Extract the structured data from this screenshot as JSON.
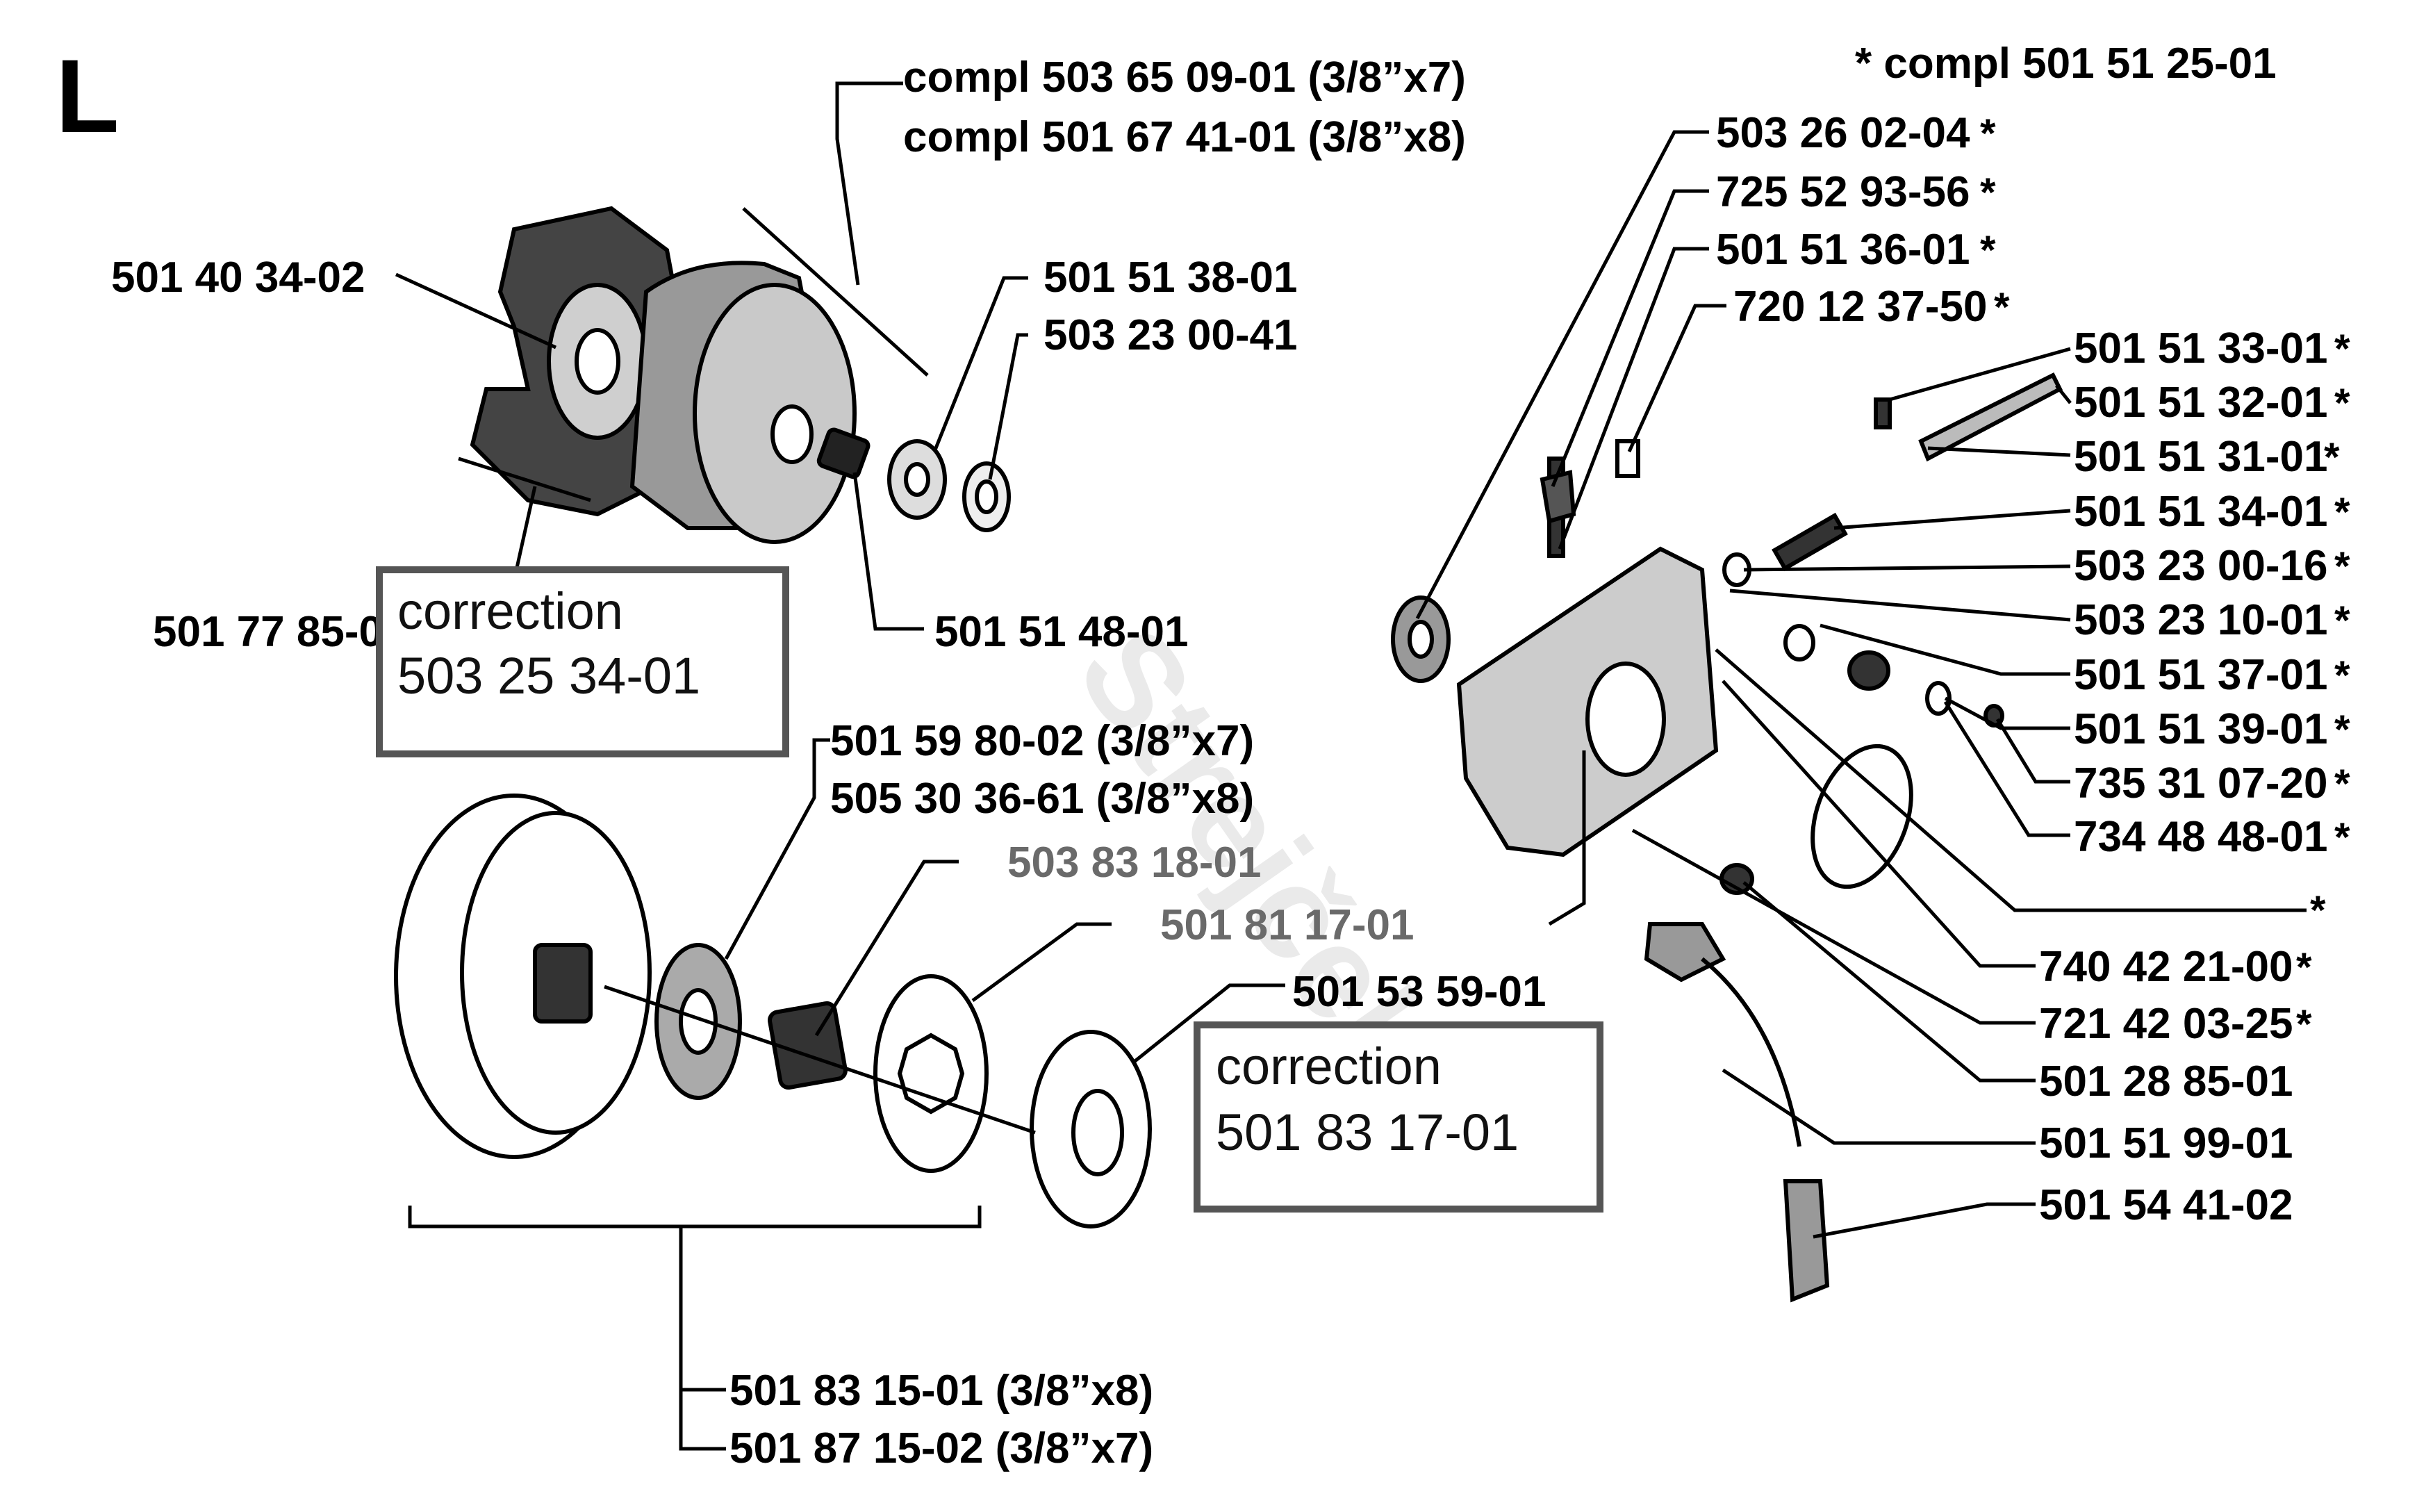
{
  "section_letter": "L",
  "watermark": "Strejček",
  "compl_note_right": "*  compl 501 51 25-01",
  "labels": {
    "compl_1": "compl 503 65 09-01 (3/8”x7)",
    "compl_2": "compl 501 67 41-01 (3/8”x8)",
    "p_501403402": "501 40 34-02",
    "p_501513801": "501 51 38-01",
    "p_503230041": "503 23 00-41",
    "p_50177850": "501 77 85-0",
    "p_501514801": "501 51 48-01",
    "p_501598002": "501 59 80-02 (3/8”x7)",
    "p_505303661": "505 30 36-61 (3/8”x8)",
    "p_503831801": "503 83 18-01",
    "p_501811701": "501 81 17-01",
    "p_501535901": "501 53 59-01",
    "p_501831501": "501 83 15-01 (3/8”x8)",
    "p_501871502": "501 87 15-02 (3/8”x7)",
    "r_503260204": "503 26 02-04",
    "r_725529356": "725 52 93-56",
    "r_501513601": "501 51 36-01",
    "r_720123750": "720 12 37-50",
    "r_501513301": "501 51 33-01",
    "r_501513201": "501 51 32-01",
    "r_501513101": "501 51 31-01",
    "r_501513401": "501 51 34-01",
    "r_503230016": "503 23 00-16",
    "r_503231001": "503 23 10-01",
    "r_501513701": "501 51 37-01",
    "r_501513901": "501 51 39-01",
    "r_735310720": "735 31 07-20",
    "r_734484801": "734 48 48-01",
    "r_740422100": "740 42 21-00",
    "r_721420325": "721 42 03-25",
    "r_501288501": "501 28 85-01",
    "r_501519901": "501 51 99-01",
    "r_501544102": "501 54 41-02",
    "star": "*"
  },
  "corrections": [
    {
      "title": "correction",
      "number": "503 25 34-01"
    },
    {
      "title": "correction",
      "number": "501 83 17-01"
    }
  ]
}
